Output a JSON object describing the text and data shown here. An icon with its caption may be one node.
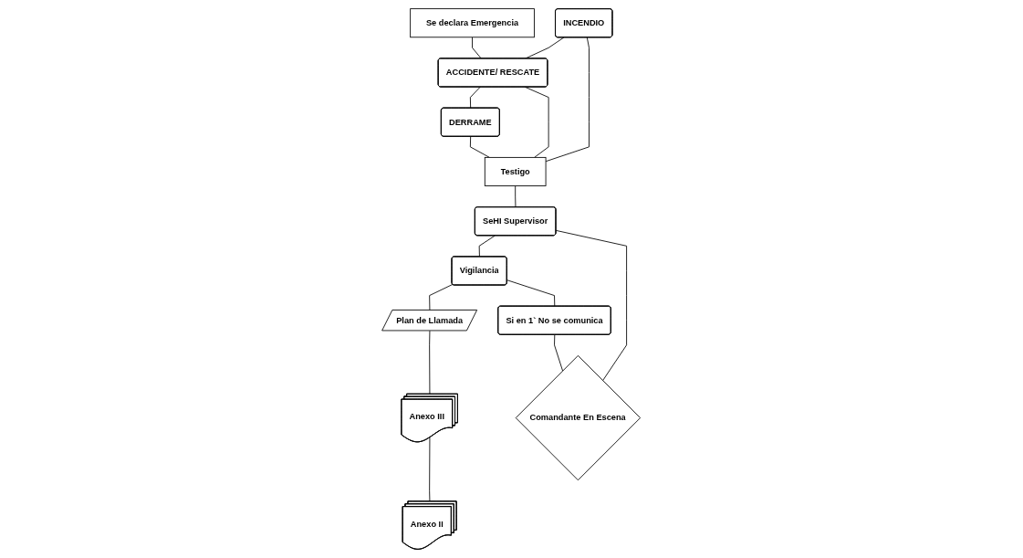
{
  "diagram": {
    "nodes": [
      {
        "text": [
          "Se declara Emergencia"
        ]
      },
      {
        "text": [
          "INCENDIO"
        ]
      },
      {
        "text": [
          "ACCIDENTE/ RESCATE"
        ]
      },
      {
        "text": [
          "DERRAME"
        ]
      },
      {
        "text": [
          "Testigo"
        ]
      },
      {
        "text": [
          "SeHI Supervisor"
        ]
      },
      {
        "text": [
          "Vigilancia"
        ]
      },
      {
        "text": [
          "Plan de Llamada"
        ]
      },
      {
        "text": [
          "Comandante En Escena"
        ]
      },
      {
        "text": [
          "Si en 1` No se comunica"
        ]
      },
      {
        "text": [
          "Anexo III"
        ]
      },
      {
        "text": [
          "Anexo II"
        ]
      }
    ],
    "edges": [
      {
        "from": 0,
        "to": 2,
        "arrow": "none"
      },
      {
        "from": 1,
        "to": 2,
        "arrow": "none"
      },
      {
        "from": 2,
        "to": 3,
        "arrow": "none"
      },
      {
        "from": 1,
        "to": 4,
        "arrow": "none"
      },
      {
        "from": 2,
        "to": 4,
        "arrow": "none"
      },
      {
        "from": 3,
        "to": 4,
        "arrow": "none"
      },
      {
        "from": 4,
        "to": 5,
        "arrow": "none"
      },
      {
        "from": 5,
        "to": 6,
        "arrow": "none"
      },
      {
        "from": 6,
        "to": 7,
        "arrow": "none"
      },
      {
        "from": 5,
        "to": 8,
        "arrow": "none"
      },
      {
        "from": 6,
        "to": 9,
        "arrow": "none"
      },
      {
        "from": 9,
        "to": 8,
        "arrow": "none"
      },
      {
        "from": 7,
        "to": 10,
        "arrow": "none"
      },
      {
        "from": 10,
        "to": 11,
        "arrow": "none"
      }
    ]
  }
}
